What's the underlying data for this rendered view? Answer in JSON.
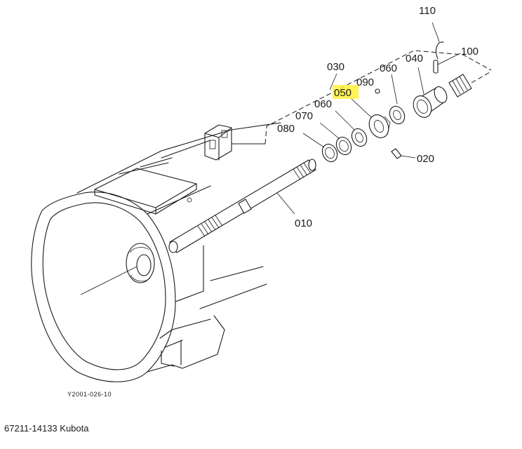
{
  "diagram": {
    "callouts": [
      {
        "id": "c110",
        "label": "110"
      },
      {
        "id": "c100",
        "label": "100"
      },
      {
        "id": "c040",
        "label": "040"
      },
      {
        "id": "c060a",
        "label": "060"
      },
      {
        "id": "c030",
        "label": "030"
      },
      {
        "id": "c090",
        "label": "090"
      },
      {
        "id": "c050",
        "label": "050",
        "highlighted": true
      },
      {
        "id": "c060b",
        "label": "060"
      },
      {
        "id": "c070",
        "label": "070"
      },
      {
        "id": "c080",
        "label": "080"
      },
      {
        "id": "c020",
        "label": "020"
      },
      {
        "id": "c010",
        "label": "010"
      }
    ],
    "drawing_code": "Y2001-026-10",
    "highlight_color": "#fff23a"
  },
  "caption": "67211-14133 Kubota"
}
